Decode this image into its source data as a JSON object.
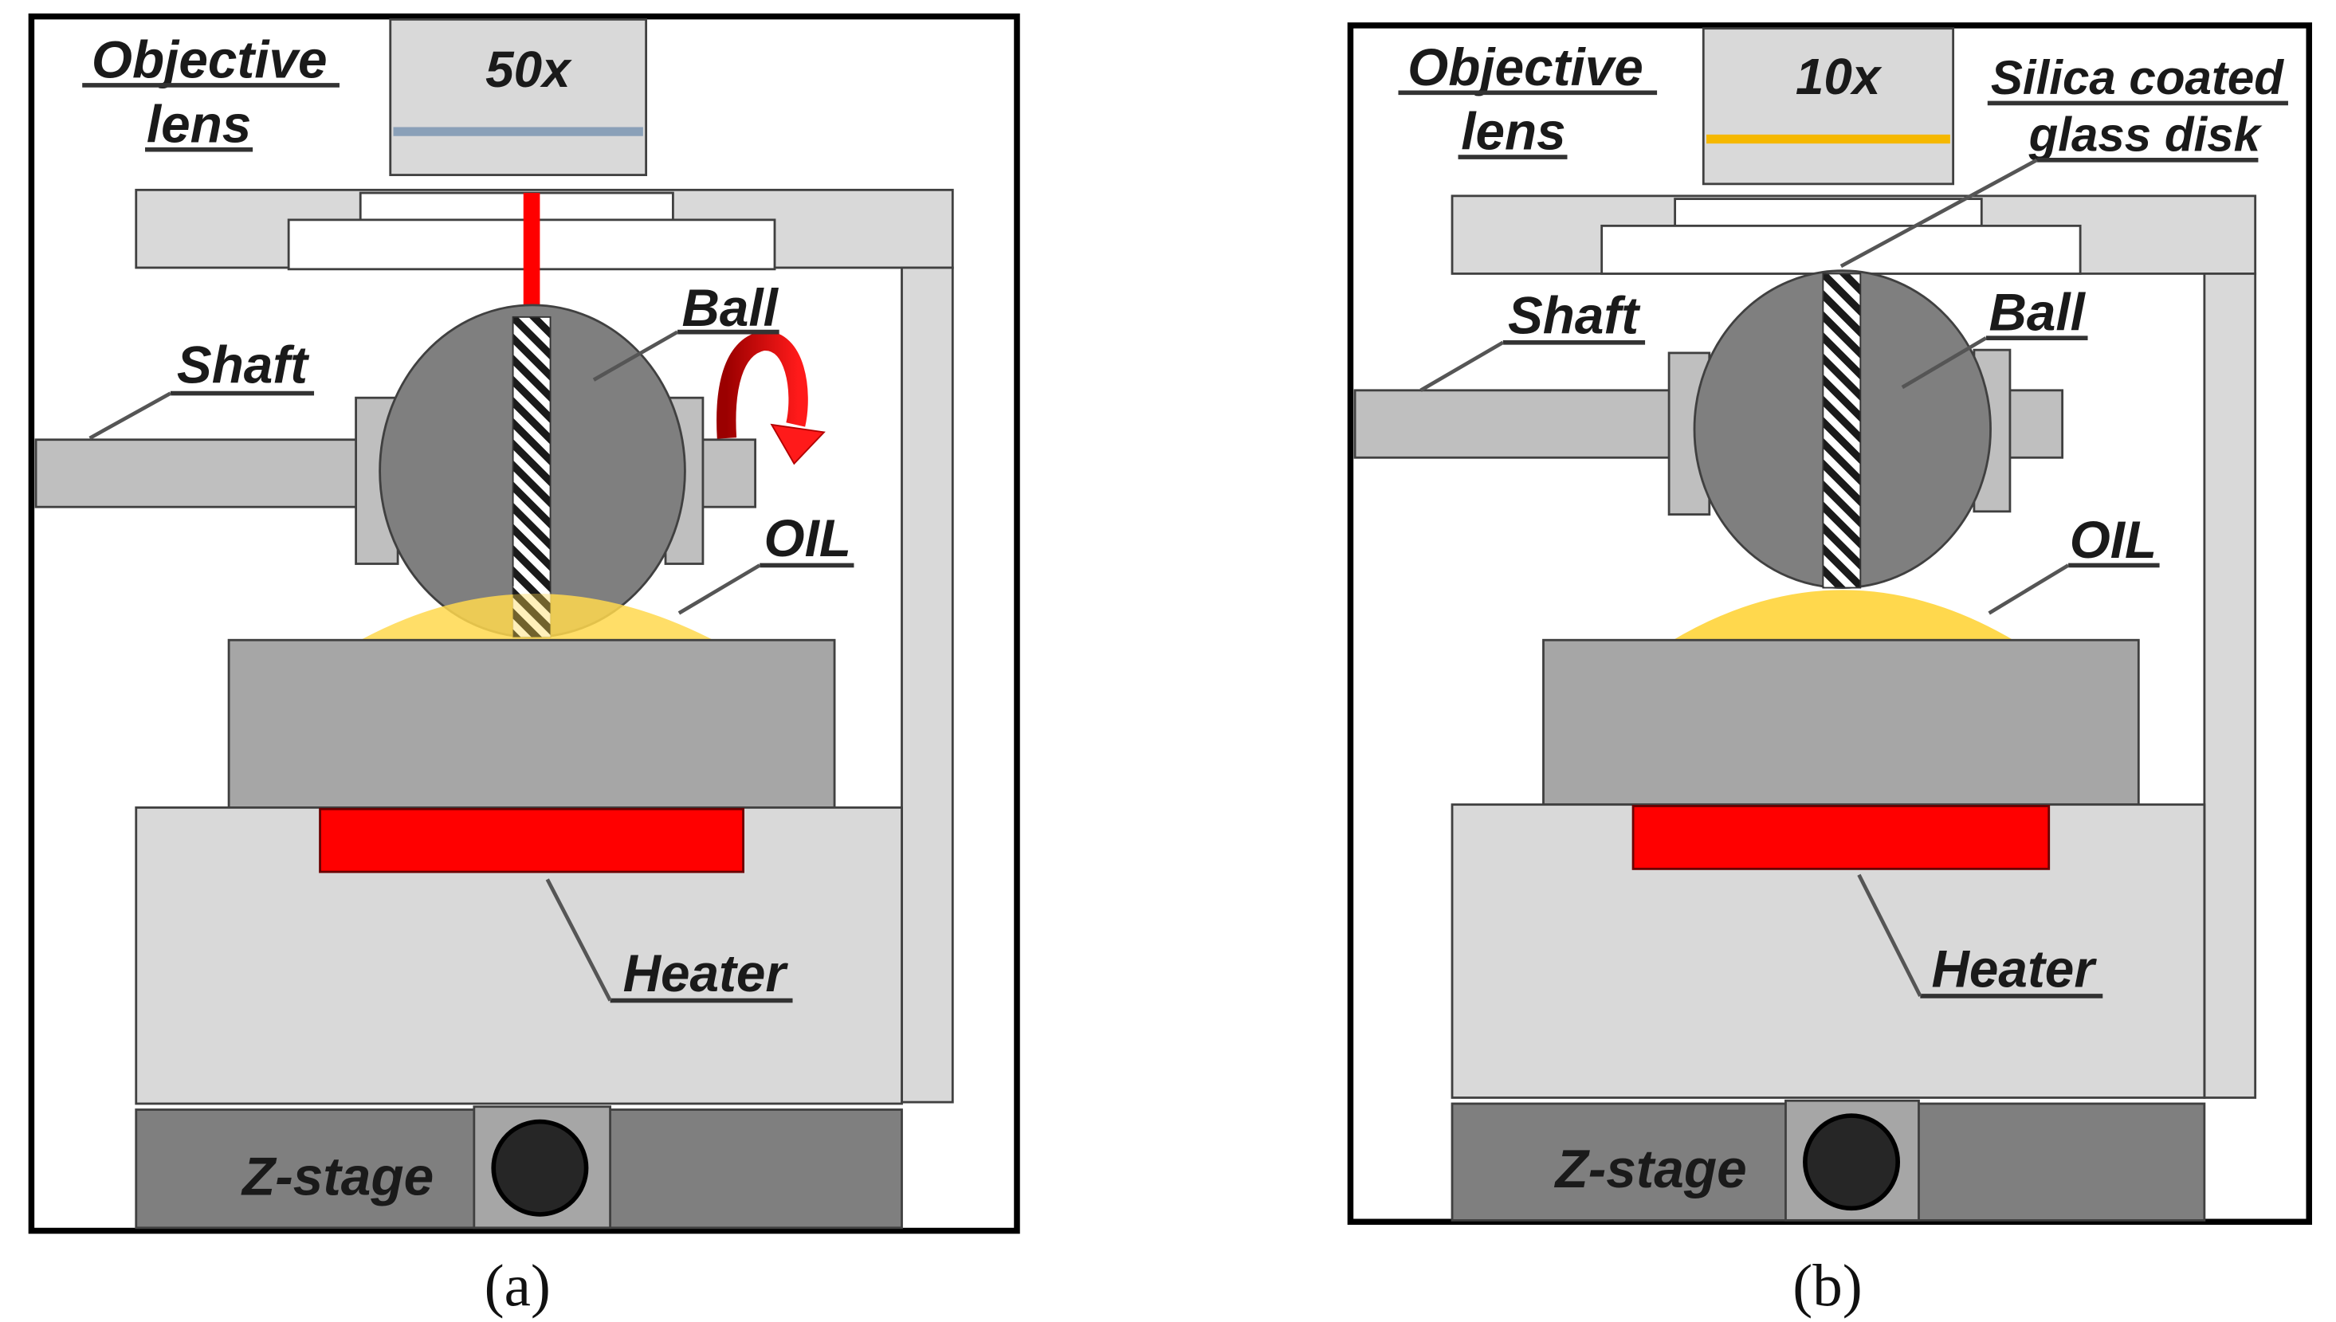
{
  "panels": [
    {
      "id": "a",
      "caption": "(a)",
      "lens_label": "50x",
      "lens_line_color": "#8aa0b8",
      "beam_color": "#ff0000",
      "labels": {
        "objective_line1": "Objective",
        "objective_line2": "lens",
        "shaft": "Shaft",
        "ball": "Ball",
        "oil": "OIL",
        "heater": "Heater",
        "zstage": "Z-stage"
      }
    },
    {
      "id": "b",
      "caption": "(b)",
      "lens_label": "10x",
      "lens_line_color": "#f5b800",
      "labels": {
        "objective_line1": "Objective",
        "objective_line2": "lens",
        "disk_line1": "Silica coated",
        "disk_line2": "glass disk",
        "shaft": "Shaft",
        "ball": "Ball",
        "oil": "OIL",
        "heater": "Heater",
        "zstage": "Z-stage"
      }
    }
  ],
  "colors": {
    "frame": "#000000",
    "light_gray": "#d9d9d9",
    "mid_gray": "#a6a6a6",
    "ball_gray": "#7f7f7f",
    "dark_gray": "#808080",
    "oil": "#ffd84d",
    "heater": "#ff0000",
    "arrow": "#d40000"
  }
}
